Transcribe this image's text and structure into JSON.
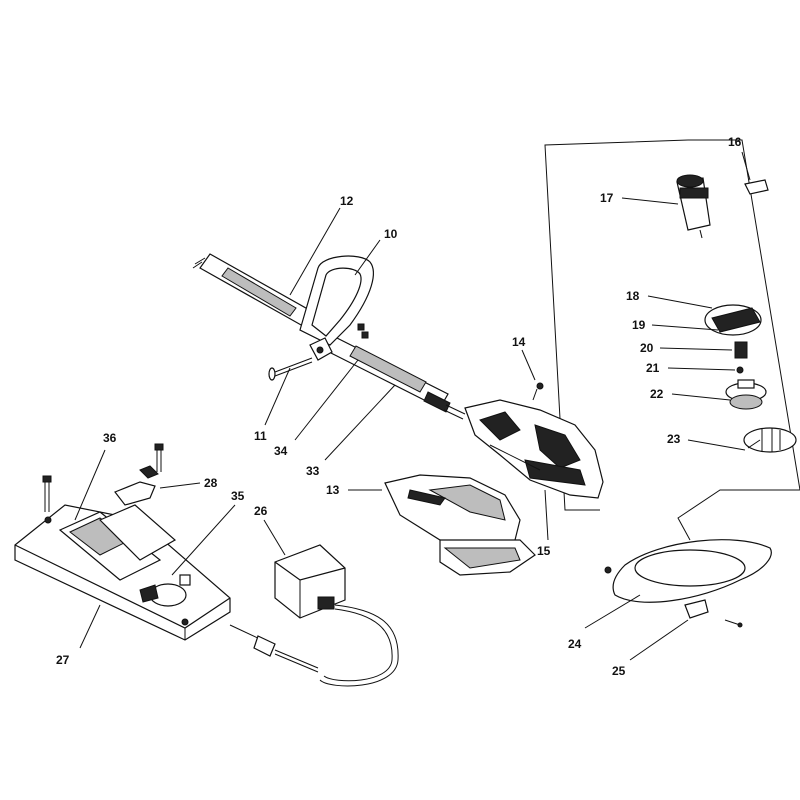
{
  "diagram": {
    "part_labels": [
      "10",
      "11",
      "12",
      "13",
      "14",
      "15",
      "16",
      "17",
      "18",
      "19",
      "20",
      "21",
      "22",
      "23",
      "24",
      "25",
      "26",
      "27",
      "28",
      "33",
      "34",
      "35",
      "36"
    ]
  }
}
